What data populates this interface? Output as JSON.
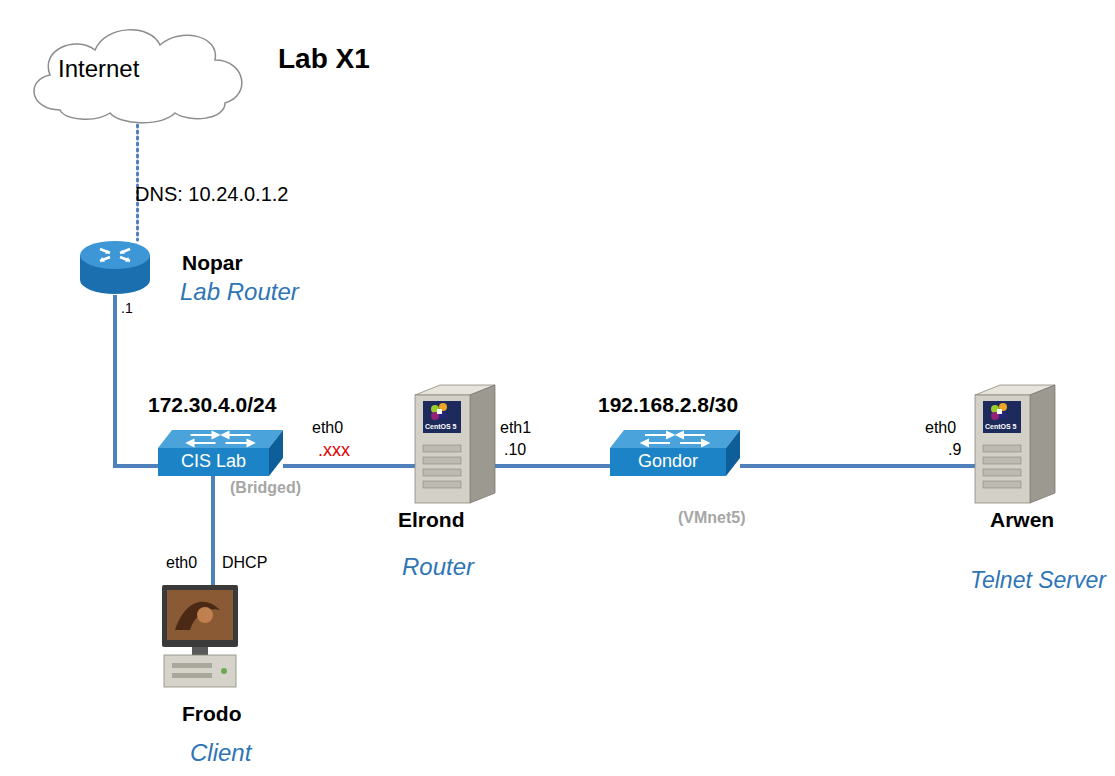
{
  "diagram": {
    "title": "Lab X1",
    "nodes": [
      {
        "text": [
          "Internet"
        ]
      },
      {
        "text": [
          "Nopar",
          "Lab Router"
        ]
      },
      {
        "text": [
          "172.30.4.0/24",
          "CIS Lab",
          "(Bridged)"
        ]
      },
      {
        "text": [
          "CentOS 5",
          "Elrond",
          "Router"
        ]
      },
      {
        "text": [
          "192.168.2.8/30",
          "Gondor",
          "(VMnet5)"
        ]
      },
      {
        "text": [
          "CentOS 5",
          "Arwen",
          "Telnet Server"
        ]
      },
      {
        "text": [
          "Frodo",
          "Client"
        ]
      }
    ],
    "edges": [
      {
        "from": 0,
        "to": 1,
        "arrow": "none"
      },
      {
        "from": 1,
        "to": 2,
        "arrow": "none"
      },
      {
        "from": 2,
        "to": 3,
        "arrow": "none"
      },
      {
        "from": 3,
        "to": 4,
        "arrow": "none"
      },
      {
        "from": 4,
        "to": 5,
        "arrow": "none"
      },
      {
        "from": 2,
        "to": 6,
        "arrow": "none"
      }
    ],
    "labels": [
      "DNS: 10.24.0.1.2",
      ".1",
      "eth0",
      ".xxx",
      "eth1",
      ".10",
      "eth0",
      ".9",
      "eth0",
      "DHCP"
    ]
  }
}
